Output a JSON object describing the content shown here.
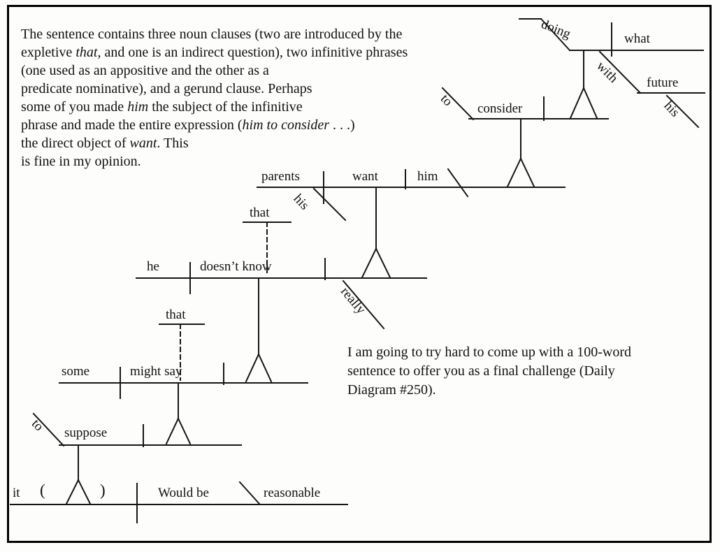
{
  "frame": {
    "border_color": "#000000",
    "page_bg": "#fdfdfc"
  },
  "intro": {
    "lines": [
      [
        {
          "t": "The sentence contains three noun clauses (two are introduced by the"
        }
      ],
      [
        {
          "t": "expletive "
        },
        {
          "t": "that",
          "i": true
        },
        {
          "t": ", and one is an indirect question), two infinitive phrases"
        }
      ],
      [
        {
          "t": "(one used as an appositive and the other as a"
        }
      ],
      [
        {
          "t": "predicate nominative), and a gerund clause. Perhaps"
        }
      ],
      [
        {
          "t": "some of you made "
        },
        {
          "t": "him",
          "i": true
        },
        {
          "t": " the subject of the infinitive"
        }
      ],
      [
        {
          "t": "phrase and made the entire expression ("
        },
        {
          "t": "him to consider",
          "i": true
        },
        {
          "t": " . . .)"
        }
      ],
      [
        {
          "t": "the direct object of "
        },
        {
          "t": "want",
          "i": true
        },
        {
          "t": ". This"
        }
      ],
      [
        {
          "t": "is fine in my opinion."
        }
      ]
    ]
  },
  "note": {
    "lines": [
      [
        {
          "t": "I am going to try hard to come up with a 100-word"
        }
      ],
      [
        {
          "t": "sentence to offer you as a final challenge (Daily"
        }
      ],
      [
        {
          "t": "Diagram #250)."
        }
      ]
    ]
  },
  "diagram": {
    "labels": {
      "doing": "doing",
      "what": "what",
      "with": "with",
      "future": "future",
      "his_future": "his",
      "to_consider": "to",
      "consider": "consider",
      "parents": "parents",
      "his_parents": "his",
      "want": "want",
      "him": "him",
      "that_upper": "that",
      "he": "he",
      "doesnt_know": "doesn’t know",
      "really": "really",
      "that_lower": "that",
      "some": "some",
      "might_say": "might say",
      "to_suppose": "to",
      "suppose": "suppose",
      "it": "it",
      "paren_open": "(",
      "paren_close": ")",
      "would_be": "Would be",
      "reasonable": "reasonable"
    }
  }
}
